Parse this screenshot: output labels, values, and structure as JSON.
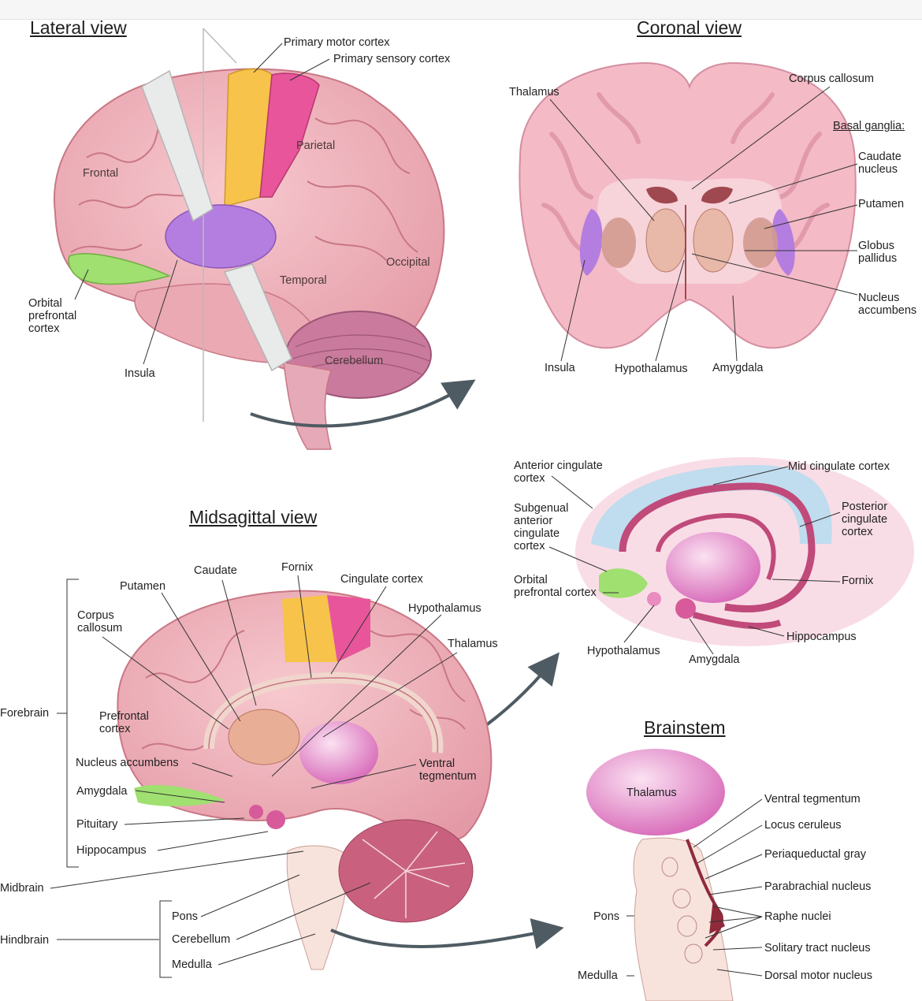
{
  "lateral": {
    "title": "Lateral view",
    "labels": {
      "primary_motor": "Primary motor cortex",
      "primary_sensory": "Primary sensory cortex",
      "frontal": "Frontal",
      "parietal": "Parietal",
      "occipital": "Occipital",
      "temporal": "Temporal",
      "cerebellum": "Cerebellum",
      "orbital": "Orbital\nprefrontal\ncortex",
      "insula": "Insula"
    }
  },
  "coronal": {
    "title": "Coronal view",
    "labels": {
      "thalamus": "Thalamus",
      "corpus_callosum": "Corpus callosum",
      "basal_ganglia": "Basal ganglia:",
      "caudate": "Caudate\nnucleus",
      "putamen": "Putamen",
      "globus": "Globus\npallidus",
      "accumbens": "Nucleus\naccumbens",
      "insula": "Insula",
      "hypothalamus": "Hypothalamus",
      "amygdala": "Amygdala"
    }
  },
  "limbic": {
    "labels": {
      "anterior_cingulate": "Anterior cingulate\ncortex",
      "mid_cingulate": "Mid cingulate cortex",
      "subgenual": "Subgenual\nanterior\ncingulate\ncortex",
      "posterior_cingulate": "Posterior\ncingulate\ncortex",
      "orbital": "Orbital\nprefrontal cortex",
      "fornix": "Fornix",
      "hippocampus": "Hippocampus",
      "hypothalamus": "Hypothalamus",
      "amygdala": "Amygdala"
    }
  },
  "midsagittal": {
    "title": "Midsagittal view",
    "labels": {
      "caudate": "Caudate",
      "fornix": "Fornix",
      "putamen": "Putamen",
      "cingulate": "Cingulate cortex",
      "hypothalamus": "Hypothalamus",
      "corpus_callosum": "Corpus\ncallosum",
      "thalamus": "Thalamus",
      "prefrontal": "Prefrontal\ncortex",
      "accumbens": "Nucleus accumbens",
      "ventral_tegmentum": "Ventral\ntegmentum",
      "amygdala": "Amygdala",
      "pituitary": "Pituitary",
      "hippocampus": "Hippocampus",
      "forebrain": "Forebrain",
      "midbrain": "Midbrain",
      "hindbrain": "Hindbrain",
      "pons": "Pons",
      "cerebellum": "Cerebellum",
      "medulla": "Medulla"
    }
  },
  "brainstem": {
    "title": "Brainstem",
    "labels": {
      "thalamus": "Thalamus",
      "ventral_tegmentum": "Ventral tegmentum",
      "locus": "Locus ceruleus",
      "periaqueductal": "Periaqueductal gray",
      "parabrachial": "Parabrachial nucleus",
      "raphe": "Raphe nuclei",
      "solitary": "Solitary tract nucleus",
      "dorsal_motor": "Dorsal motor nucleus",
      "pons": "Pons",
      "medulla": "Medulla"
    }
  },
  "colors": {
    "brain": "#f2b8c0",
    "brain_dark": "#d98893",
    "motor": "#f7c34a",
    "sensory": "#e8559b",
    "insula": "#b47ee0",
    "orbital": "#9fe070",
    "cingulate_blue": "#b9dcef",
    "arrow": "#4f5b62"
  }
}
